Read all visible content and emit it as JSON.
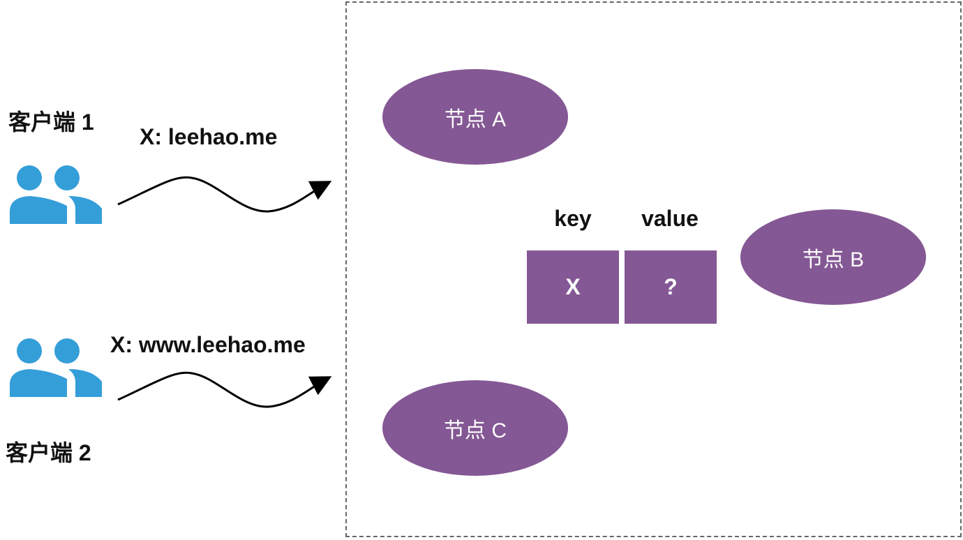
{
  "colors": {
    "node_fill": "#845894",
    "client_icon": "#349ED9",
    "cluster_border": "#666666",
    "arrow": "#000000"
  },
  "clients": [
    {
      "label": "客户端 1",
      "icon": "users-icon",
      "request": "X: leehao.me"
    },
    {
      "label": "客户端 2",
      "icon": "users-icon",
      "request": "X: www.leehao.me"
    }
  ],
  "cluster": {
    "nodes": [
      {
        "label": "节点 A"
      },
      {
        "label": "节点 B"
      },
      {
        "label": "节点 C"
      }
    ],
    "kv": {
      "key_header": "key",
      "value_header": "value",
      "key": "X",
      "value": "?"
    }
  }
}
